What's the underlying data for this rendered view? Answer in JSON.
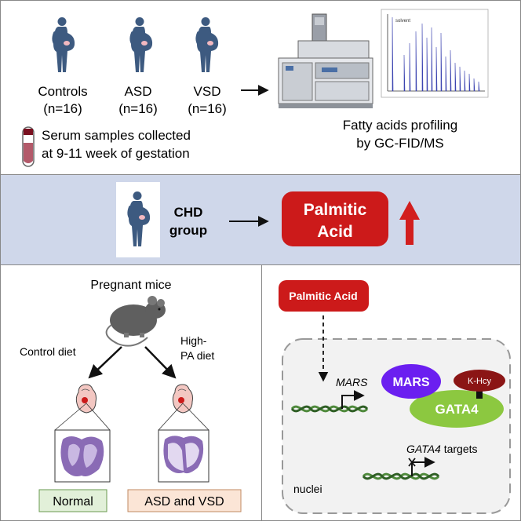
{
  "panel_top": {
    "groups": [
      {
        "name": "Controls",
        "n": "(n=16)"
      },
      {
        "name": "ASD",
        "n": "(n=16)"
      },
      {
        "name": "VSD",
        "n": "(n=16)"
      }
    ],
    "serum_line1": "Serum samples collected",
    "serum_line2": "at 9-11 week of gestation",
    "profiling_line1": "Fatty acids profiling",
    "profiling_line2": "by GC-FID/MS",
    "chromatogram_label": "solvent"
  },
  "panel_middle": {
    "group_line1": "CHD",
    "group_line2": "group",
    "result_line1": "Palmitic",
    "result_line2": "Acid"
  },
  "panel_bottom_left": {
    "title": "Pregnant mice",
    "control_diet": "Control diet",
    "high_pa_line1": "High-",
    "high_pa_line2": "PA diet",
    "outcome_normal": "Normal",
    "outcome_defect": "ASD and VSD"
  },
  "panel_bottom_right": {
    "palmitic_acid": "Palmitic Acid",
    "mars_gene": "MARS",
    "mars_protein": "MARS",
    "khcy": "K-Hcy",
    "gata4_protein": "GATA4",
    "gata4_gene": "GATA4",
    "targets": " targets",
    "nuclei": "nuclei"
  },
  "colors": {
    "pregnant_figure": "#3d5a80",
    "red_box": "#cc1a1a",
    "up_arrow": "#d21e1e",
    "mars_purple": "#6b1ff0",
    "gata4_green": "#8cc840",
    "khcy_darkred": "#8b1515",
    "middle_band": "#cfd7ea"
  }
}
